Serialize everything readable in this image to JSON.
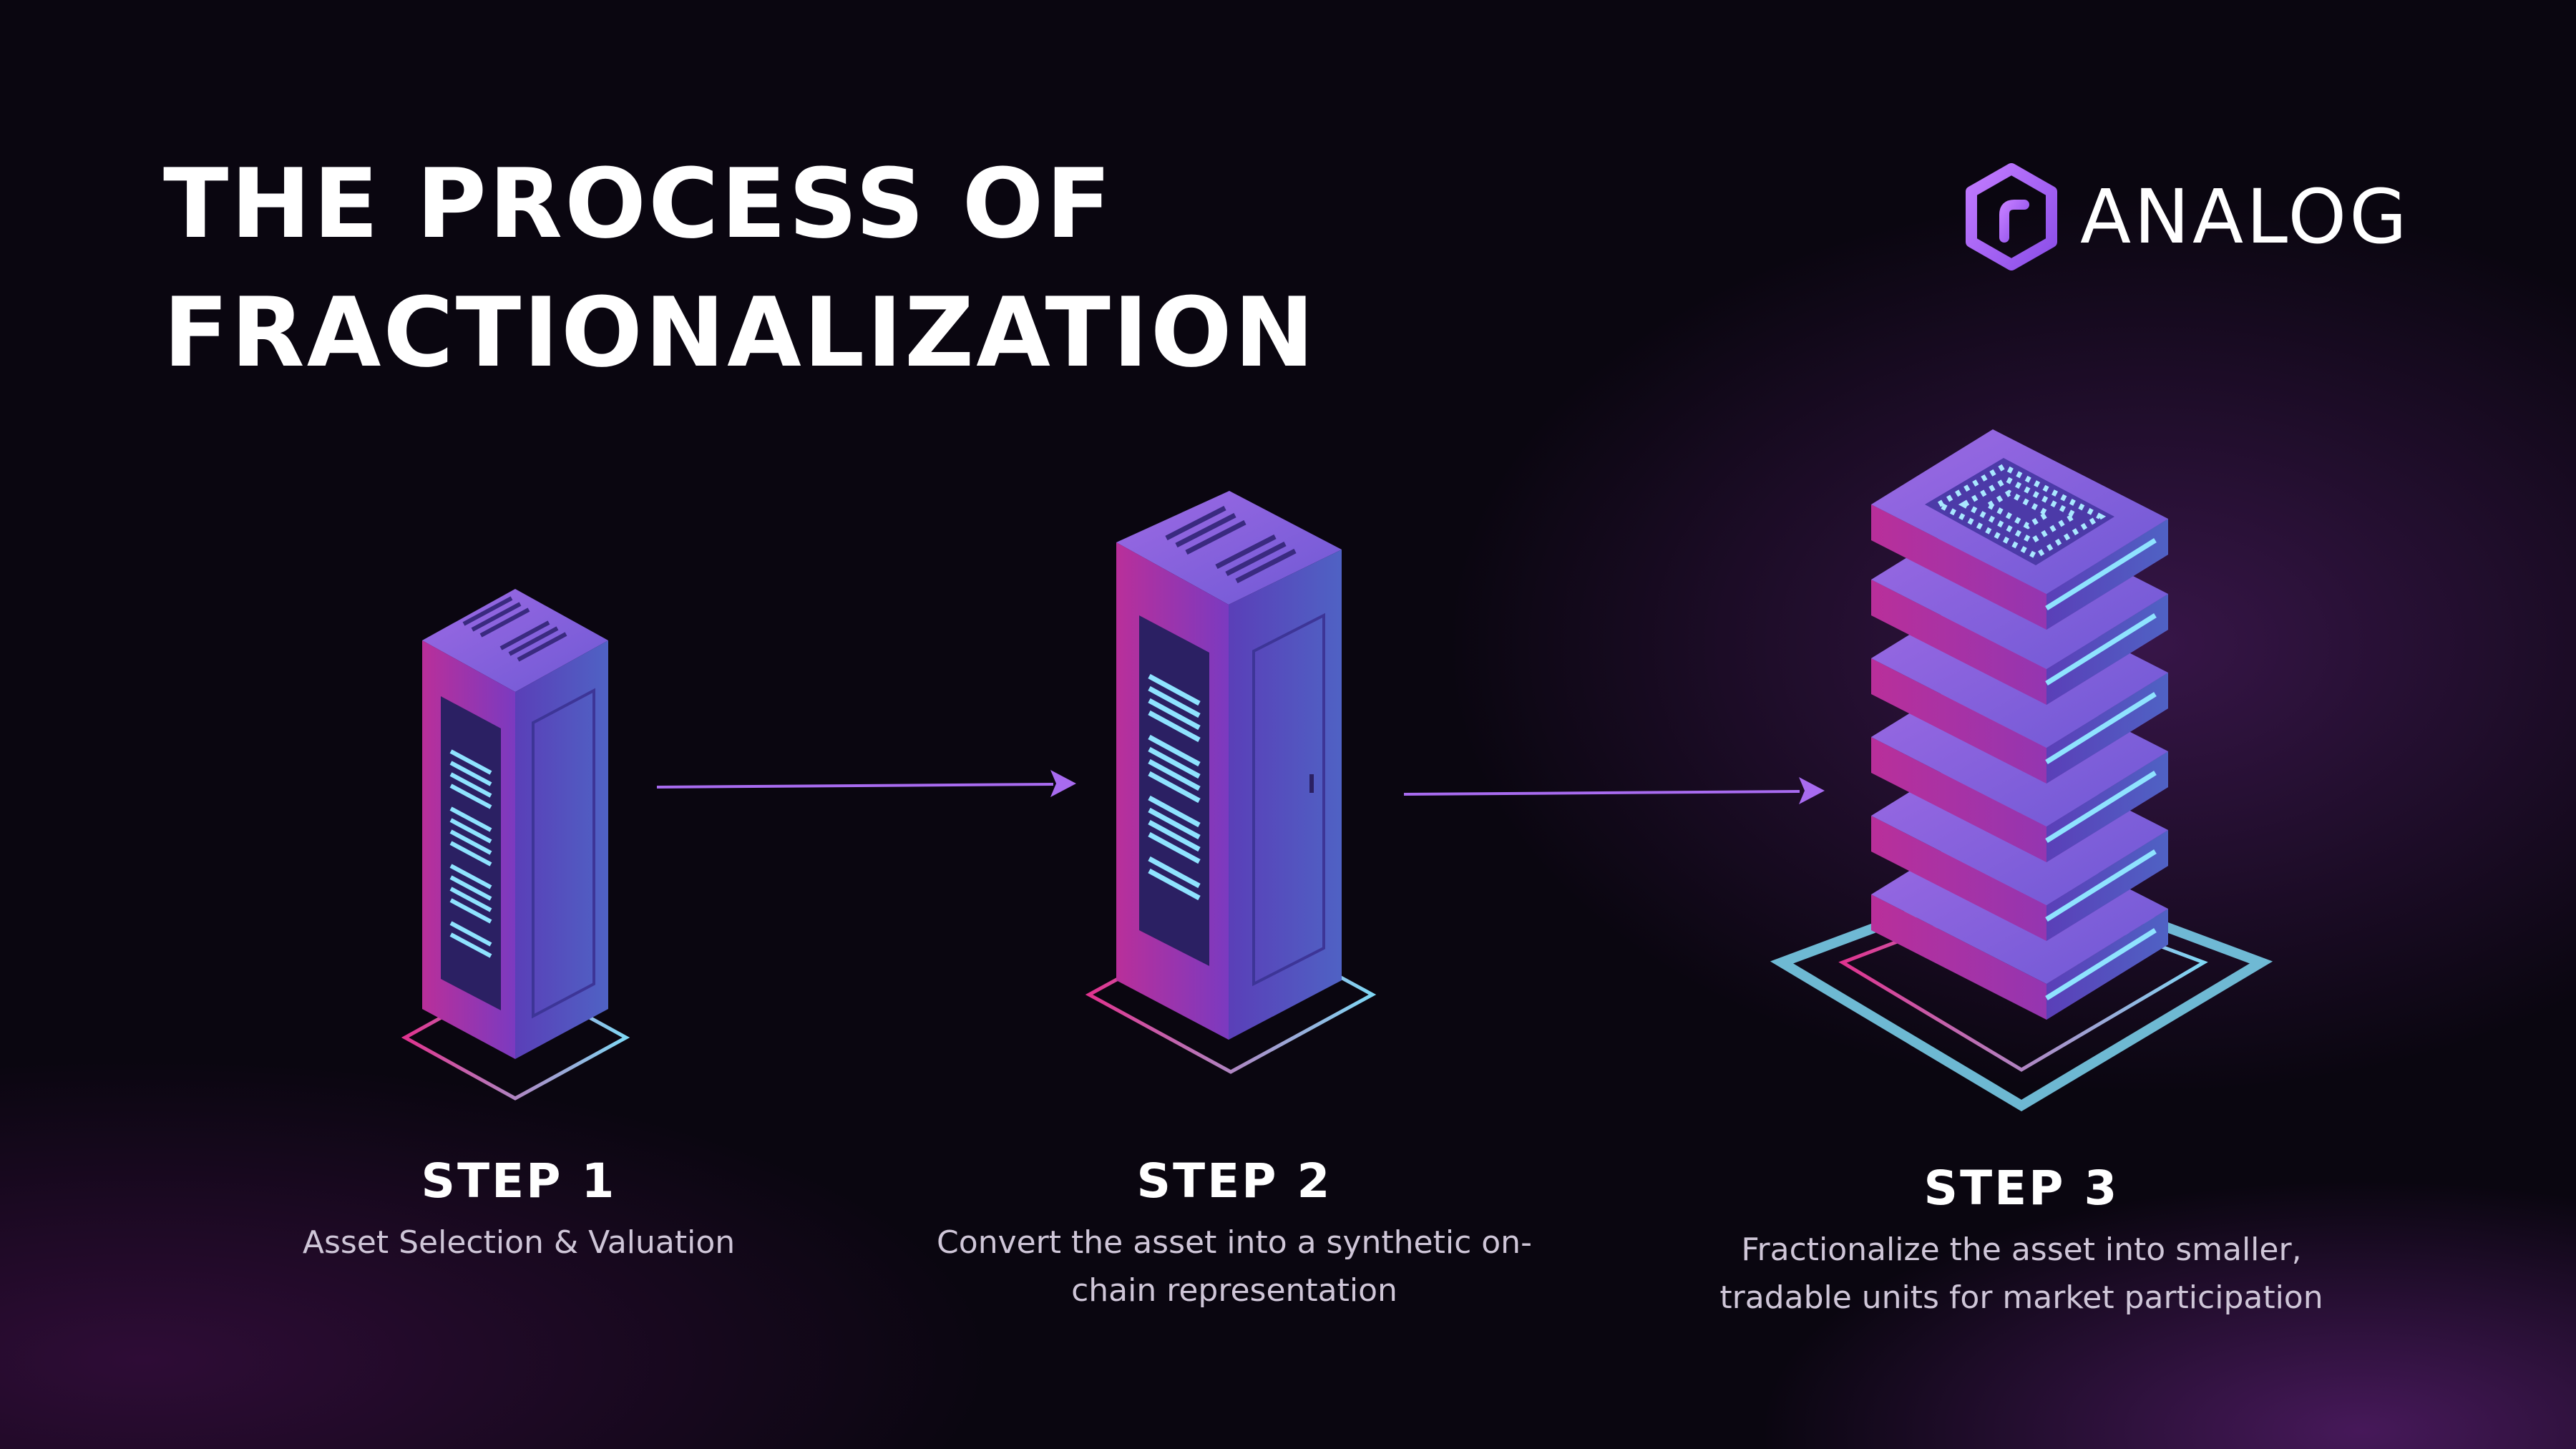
{
  "title": {
    "line1": "THE PROCESS OF",
    "line2": "FRACTIONALIZATION"
  },
  "brand": {
    "name": "ANALOG",
    "logo_icon": "hexagon-logo-icon",
    "accent": "#a35cf2"
  },
  "steps": [
    {
      "label": "STEP 1",
      "desc_lines": [
        "Asset Selection & Valuation"
      ],
      "icon": "server-tower-small-icon"
    },
    {
      "label": "STEP 2",
      "desc_lines": [
        "Convert the asset into a synthetic on-",
        "chain representation"
      ],
      "icon": "server-tower-large-icon"
    },
    {
      "label": "STEP 3",
      "desc_lines": [
        "Fractionalize the asset into smaller,",
        "tradable units for market participation"
      ],
      "icon": "stacked-server-icon"
    }
  ],
  "colors": {
    "background": "#0a0610",
    "arrow": "#a86bf0",
    "glow_cyan": "#7fd8f5",
    "magenta": "#e0338f",
    "violet": "#6a3fc4"
  }
}
